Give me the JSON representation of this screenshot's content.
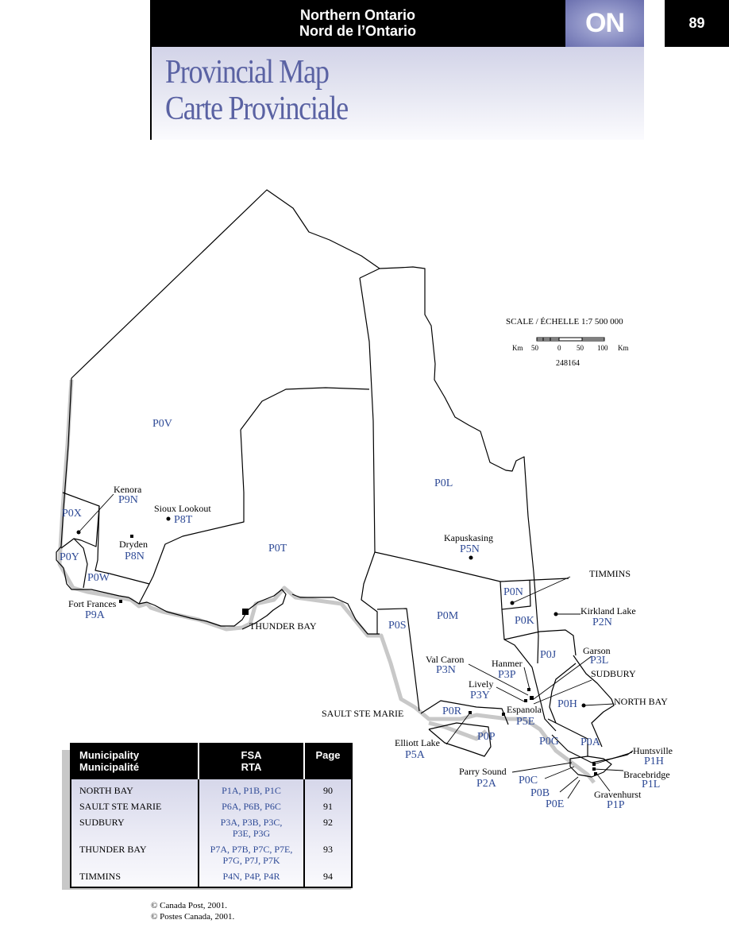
{
  "header": {
    "region_en": "Northern Ontario",
    "region_fr": "Nord de l’Ontario",
    "province_code": "ON",
    "page_number": "89",
    "title_en": "Provincial Map",
    "title_fr": "Carte Provinciale"
  },
  "colors": {
    "fsa_text": "#2e4a96",
    "title_text": "#5a62a3",
    "header_bg": "#000000",
    "badge_bg": "#8a8fc4"
  },
  "scale": {
    "title": "SCALE / ÉCHELLE 1:7 500 000",
    "unit_left": "Km",
    "tick_50_left": "50",
    "tick_0": "0",
    "tick_50": "50",
    "tick_100": "100",
    "unit_right": "Km",
    "reference": "248164"
  },
  "map": {
    "fsa_zones": [
      {
        "code": "P0V"
      },
      {
        "code": "P0L"
      },
      {
        "code": "P0T"
      },
      {
        "code": "P0X"
      },
      {
        "code": "P0Y"
      },
      {
        "code": "P0W"
      },
      {
        "code": "P0N"
      },
      {
        "code": "P0M"
      },
      {
        "code": "P0K"
      },
      {
        "code": "P0S"
      },
      {
        "code": "P0J"
      },
      {
        "code": "P0H"
      },
      {
        "code": "P0R"
      },
      {
        "code": "P0P"
      },
      {
        "code": "P0G"
      },
      {
        "code": "P0A"
      },
      {
        "code": "P0C"
      },
      {
        "code": "P0B"
      },
      {
        "code": "P0E"
      }
    ],
    "places": [
      {
        "name": "Kenora",
        "fsa": "P9N"
      },
      {
        "name": "Sioux Lookout",
        "fsa": "P8T"
      },
      {
        "name": "Dryden",
        "fsa": "P8N"
      },
      {
        "name": "Fort Frances",
        "fsa": "P9A"
      },
      {
        "name": "THUNDER BAY",
        "fsa": ""
      },
      {
        "name": "Kapuskasing",
        "fsa": "P5N"
      },
      {
        "name": "TIMMINS",
        "fsa": ""
      },
      {
        "name": "Kirkland Lake",
        "fsa": "P2N"
      },
      {
        "name": "Garson",
        "fsa": "P3L"
      },
      {
        "name": "SUDBURY",
        "fsa": ""
      },
      {
        "name": "Val Caron",
        "fsa": "P3N"
      },
      {
        "name": "Hanmer",
        "fsa": "P3P"
      },
      {
        "name": "Lively",
        "fsa": "P3Y"
      },
      {
        "name": "NORTH BAY",
        "fsa": ""
      },
      {
        "name": "SAULT STE MARIE",
        "fsa": ""
      },
      {
        "name": "Espanola",
        "fsa": "P5E"
      },
      {
        "name": "Elliott Lake",
        "fsa": "P5A"
      },
      {
        "name": "Huntsville",
        "fsa": "P1H"
      },
      {
        "name": "Parry Sound",
        "fsa": "P2A"
      },
      {
        "name": "Bracebridge",
        "fsa": "P1L"
      },
      {
        "name": "Gravenhurst",
        "fsa": "P1P"
      }
    ]
  },
  "legend_table": {
    "headers": {
      "municipality_en": "Municipality",
      "municipality_fr": "Municipalité",
      "fsa_en": "FSA",
      "fsa_fr": "RTA",
      "page": "Page"
    },
    "rows": [
      {
        "municipality": "NORTH BAY",
        "fsa_line1": "P1A, P1B, P1C",
        "fsa_line2": "",
        "page": "90"
      },
      {
        "municipality": "SAULT STE MARIE",
        "fsa_line1": "P6A, P6B, P6C",
        "fsa_line2": "",
        "page": "91"
      },
      {
        "municipality": "SUDBURY",
        "fsa_line1": "P3A, P3B, P3C,",
        "fsa_line2": "P3E, P3G",
        "page": "92"
      },
      {
        "municipality": "THUNDER BAY",
        "fsa_line1": "P7A, P7B, P7C, P7E,",
        "fsa_line2": "P7G, P7J, P7K",
        "page": "93"
      },
      {
        "municipality": "TIMMINS",
        "fsa_line1": "P4N, P4P, P4R",
        "fsa_line2": "",
        "page": "94"
      }
    ]
  },
  "footer": {
    "copyright_en": "© Canada Post, 2001.",
    "copyright_fr": "© Postes Canada, 2001."
  }
}
